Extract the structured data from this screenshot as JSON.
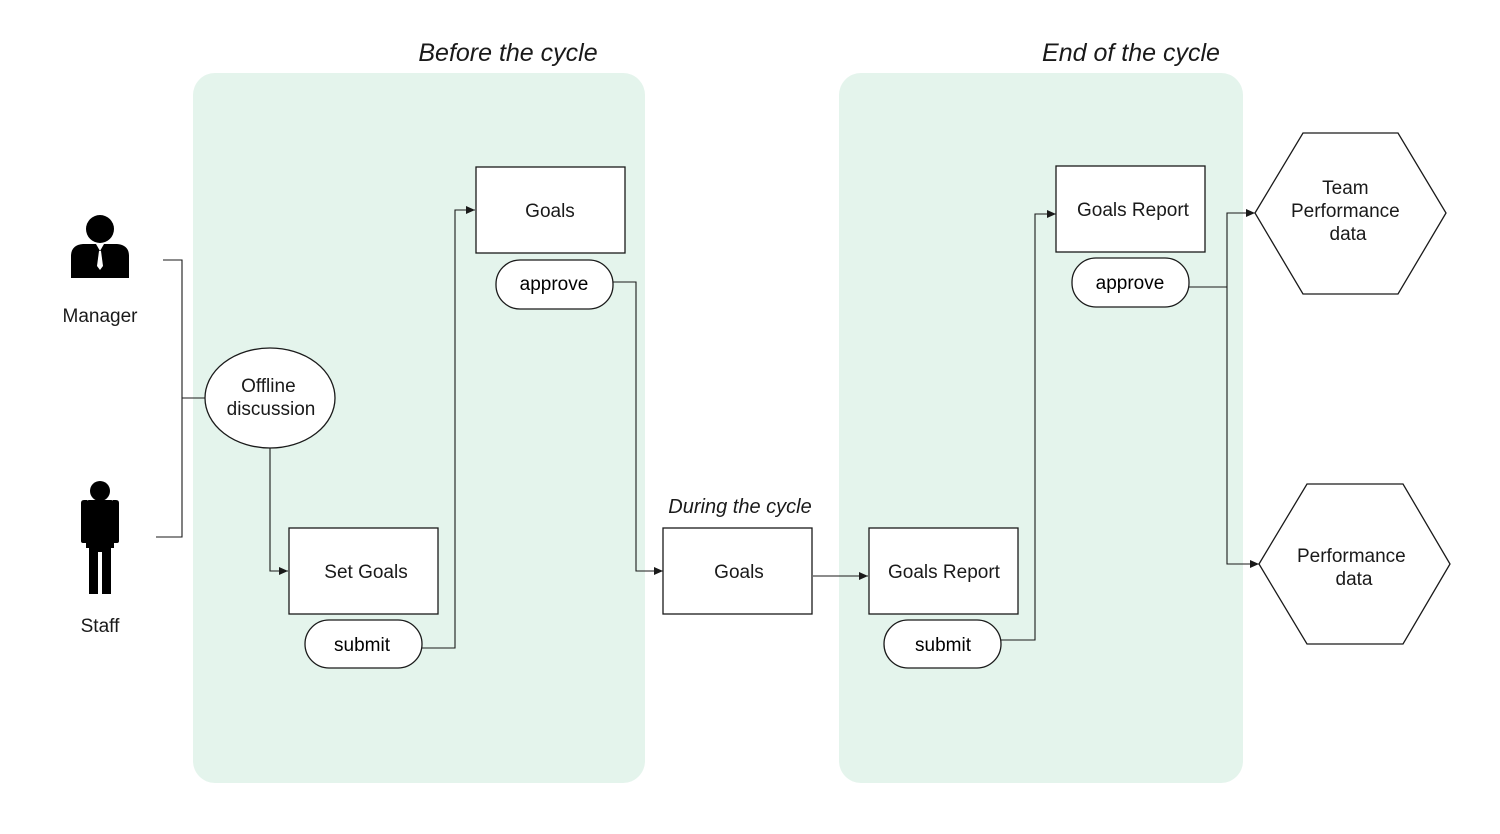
{
  "phases": {
    "before": "Before the cycle",
    "during": "During the cycle",
    "end": "End of the cycle"
  },
  "actors": {
    "manager": "Manager",
    "staff": "Staff"
  },
  "nodes": {
    "offline_discussion": [
      "Offline",
      "discussion"
    ],
    "set_goals": "Set Goals",
    "goals_before": "Goals",
    "goals_during": "Goals",
    "goals_report_during": "Goals Report",
    "goals_report_end": "Goals Report",
    "team_performance_data": [
      "Team",
      "Performance",
      "data"
    ],
    "performance_data": [
      "Performance",
      "data"
    ]
  },
  "actions": {
    "submit_set_goals": "submit",
    "approve_goals": "approve",
    "submit_goals_report": "submit",
    "approve_goals_report": "approve"
  },
  "colors": {
    "panel": "#e4f4ec",
    "stroke": "#1a1a1a"
  },
  "icons": {
    "manager": "manager-person-icon",
    "staff": "staff-person-icon"
  }
}
